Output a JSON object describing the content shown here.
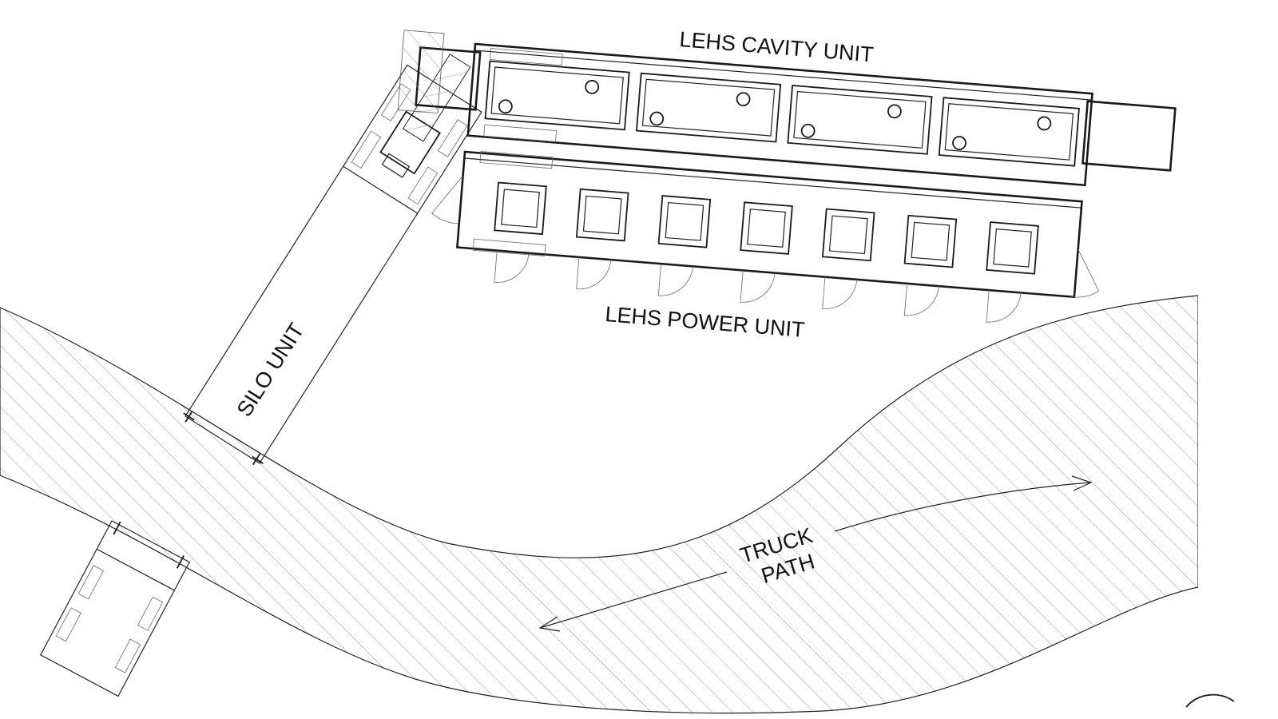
{
  "labels": {
    "cavity_unit": "LEHS CAVITY UNIT",
    "power_unit": "LEHS POWER UNIT",
    "silo_unit": "SILO UNIT",
    "truck_path_line1": "TRUCK",
    "truck_path_line2": "PATH"
  },
  "colors": {
    "line": "#1a1a1a",
    "hatch": "#9a9a9a",
    "background": "#ffffff"
  },
  "cavity_unit": {
    "cells": 4,
    "ports_per_cell": 2
  },
  "power_unit": {
    "modules": 7,
    "doors": 7
  }
}
